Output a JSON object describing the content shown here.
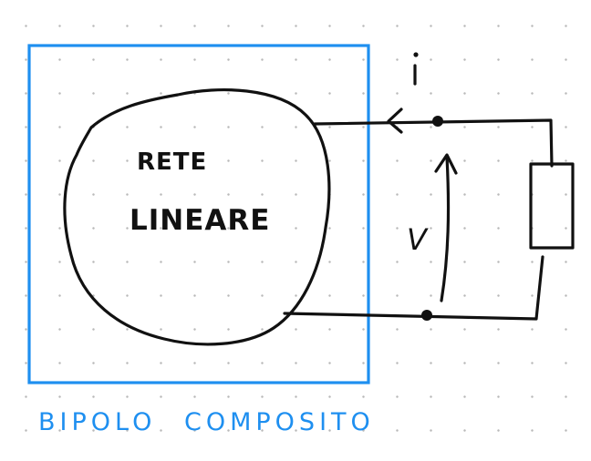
{
  "network": {
    "line1": "RETE",
    "line2": "LINEARE"
  },
  "current_label": "i",
  "voltage_label": "V",
  "caption": {
    "word1": "BIPOLO",
    "word2": "COMPOSITO"
  },
  "colors": {
    "ink": "#111111",
    "box": "#1e8ff0",
    "background": "#ffffff",
    "grid_dots": "#b9b9b9"
  }
}
